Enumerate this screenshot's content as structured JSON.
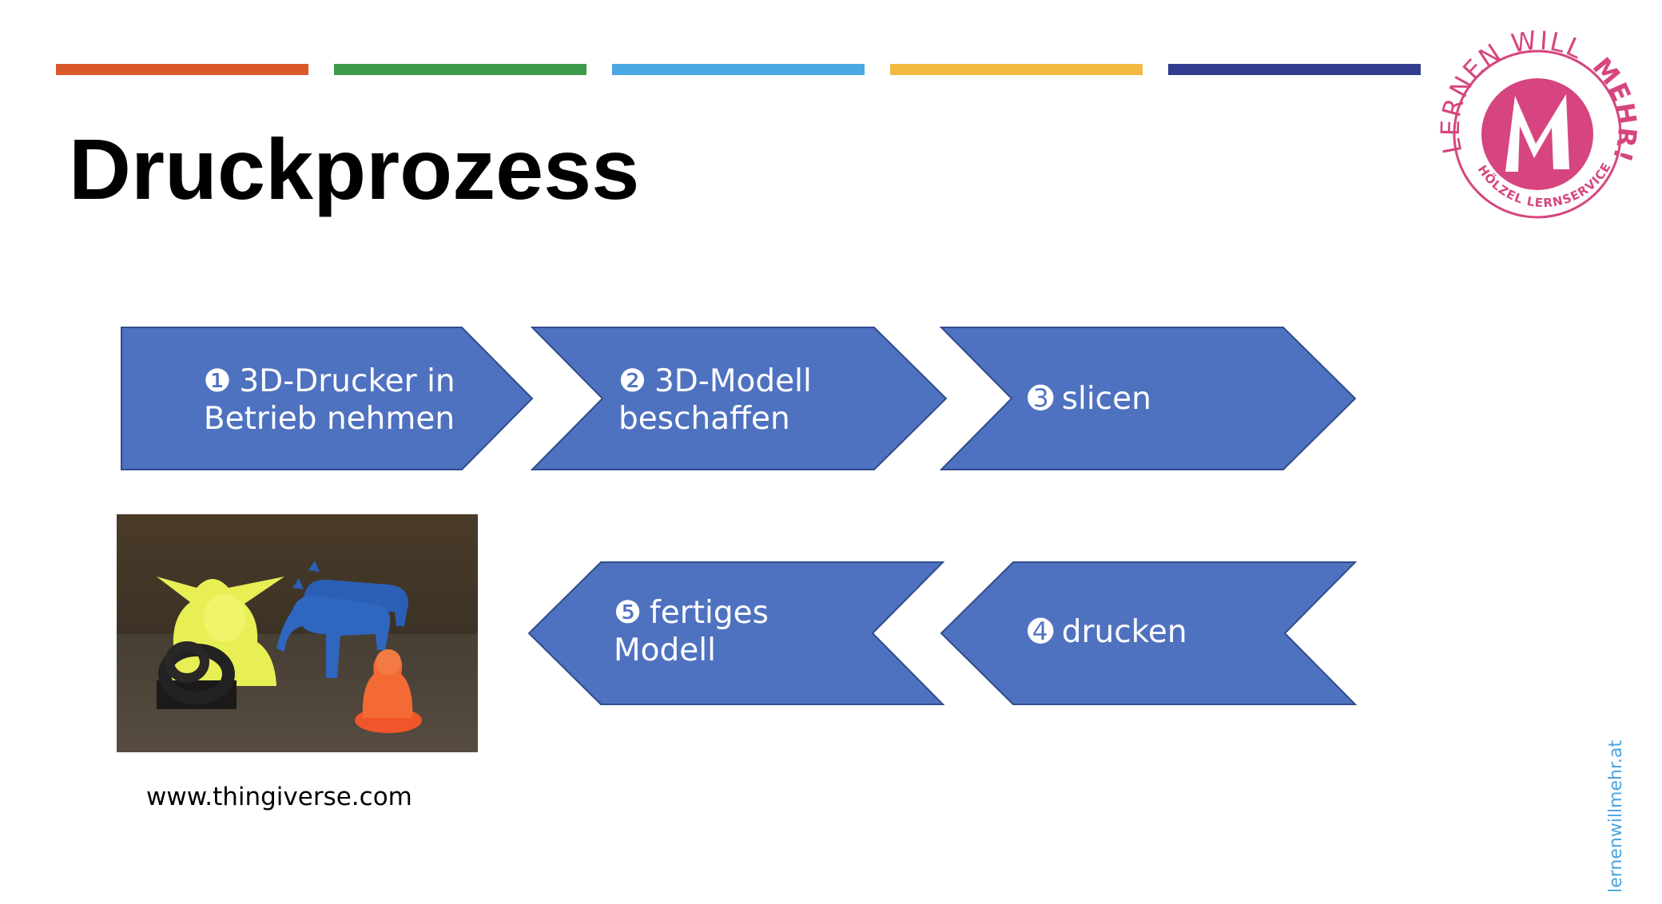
{
  "colors": {
    "bars": [
      "#d9592b",
      "#3d9a4d",
      "#49a7e3",
      "#f2b840",
      "#343c8f"
    ],
    "arrow_fill": "#4f72c0",
    "arrow_stroke": "#2f4c8c",
    "logo_pink": "#d6457f",
    "url_blue": "#4aa3df"
  },
  "slide": {
    "title": "Druckprozess"
  },
  "logo": {
    "top_text": "LERNEN WILL",
    "right_text": "MEHR!",
    "bottom_text": "HÖLZEL LERNSERVICES"
  },
  "steps": {
    "s1": {
      "number": "❶",
      "line1": "3D-Drucker in",
      "line2": "Betrieb nehmen"
    },
    "s2": {
      "number": "❷",
      "line1": "3D-Modell",
      "line2": "beschaffen"
    },
    "s3": {
      "number": "➌",
      "line1": "slicen"
    },
    "s4": {
      "number": "➍",
      "line1": "drucken"
    },
    "s5": {
      "number": "❺",
      "line1": "fertiges",
      "line2": "Modell"
    }
  },
  "photo": {
    "icon": "3d-printed-figures-photo",
    "source": "www.thingiverse.com"
  },
  "footer": {
    "vertical_url": "lernenwillmehr.at"
  }
}
